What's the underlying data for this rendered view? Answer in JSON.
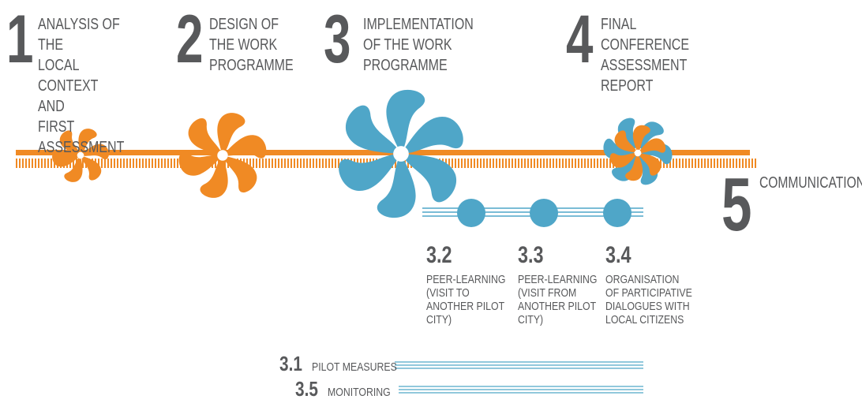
{
  "phases": [
    {
      "number": "1",
      "label": "ANALYSIS OF THE\nLOCAL CONTEXT AND\nFIRST ASSESSMENT"
    },
    {
      "number": "2",
      "label": "DESIGN OF\nTHE WORK\nPROGRAMME"
    },
    {
      "number": "3",
      "label": "IMPLEMENTATION\nOF THE WORK\nPROGRAMME"
    },
    {
      "number": "4",
      "label": "FINAL CONFERENCE\nASSESSMENT\nREPORT"
    }
  ],
  "communication": {
    "number": "5",
    "label": "COMMUNICATION"
  },
  "steps": [
    {
      "number": "3.2",
      "desc": "PEER-LEARNING\n(VISIT TO\nANOTHER PILOT\nCITY)"
    },
    {
      "number": "3.3",
      "desc": "PEER-LEARNING\n(VISIT FROM\nANOTHER PILOT\nCITY)"
    },
    {
      "number": "3.4",
      "desc": "ORGANISATION\nOF PARTICIPATIVE\nDIALOGUES WITH\nLOCAL CITIZENS"
    }
  ],
  "rows": [
    {
      "number": "3.1",
      "label": "PILOT MEASURES"
    },
    {
      "number": "3.5",
      "label": "MONITORING"
    }
  ],
  "colors": {
    "orange": "#f08a24",
    "blue": "#4fa6c8",
    "text": "#58595b"
  }
}
